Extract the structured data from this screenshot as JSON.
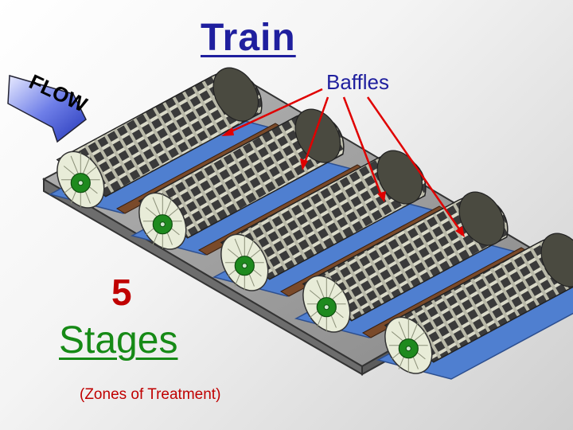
{
  "title": "Train",
  "flow_label": "FLOW",
  "baffles_label": "Baffles",
  "stages_count": "5",
  "stages_word": "Stages",
  "subtitle": "(Zones of Treatment)",
  "colors": {
    "title": "#1f1f9e",
    "number": "#c00000",
    "stages": "#168a16",
    "arrow": "#e00000",
    "water": "#4f7fd0",
    "baffle": "#7a4a2a",
    "disc": "#1e8a1e",
    "base": "#8c8c8c"
  },
  "stage_units": [
    {
      "id": 1
    },
    {
      "id": 2
    },
    {
      "id": 3
    },
    {
      "id": 4
    },
    {
      "id": 5
    }
  ]
}
